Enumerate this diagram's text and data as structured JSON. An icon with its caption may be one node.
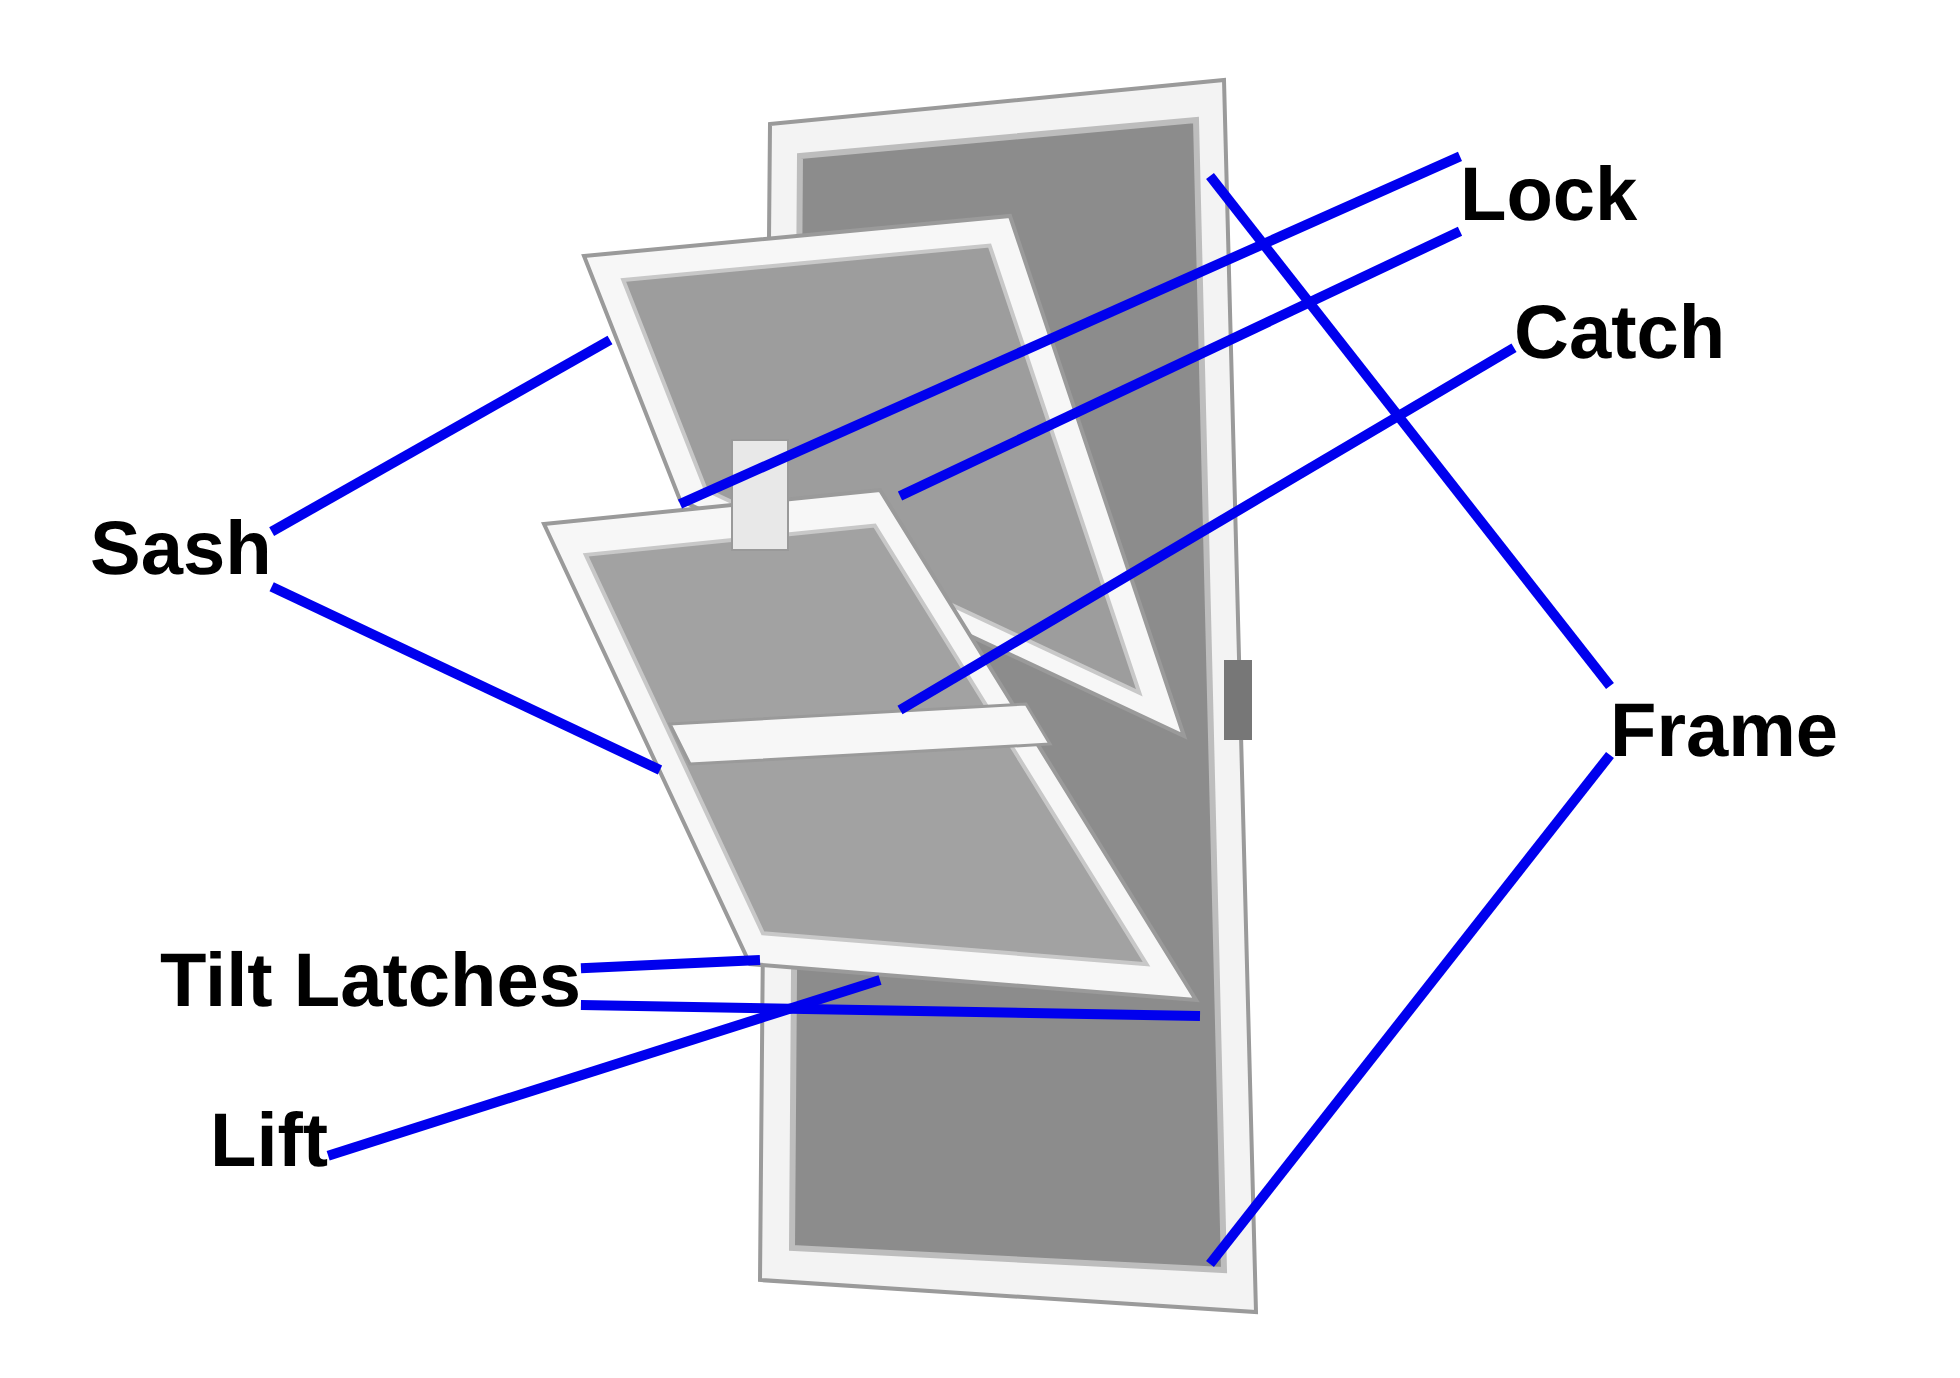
{
  "diagram": {
    "nodes": [
      {
        "text": [
          "Sash"
        ]
      },
      {
        "text": [
          "Lock"
        ]
      },
      {
        "text": [
          "Catch"
        ]
      },
      {
        "text": [
          "Frame"
        ]
      },
      {
        "text": [
          "Tilt Latches"
        ]
      },
      {
        "text": [
          "Lift"
        ]
      }
    ],
    "edges": [
      {
        "from": 0,
        "to": null,
        "arrow": "none"
      },
      {
        "from": 0,
        "to": null,
        "arrow": "none"
      },
      {
        "from": 1,
        "to": null,
        "arrow": "none"
      },
      {
        "from": 1,
        "to": null,
        "arrow": "none"
      },
      {
        "from": 2,
        "to": null,
        "arrow": "none"
      },
      {
        "from": 3,
        "to": null,
        "arrow": "none"
      },
      {
        "from": 3,
        "to": null,
        "arrow": "none"
      },
      {
        "from": 4,
        "to": null,
        "arrow": "none"
      },
      {
        "from": 4,
        "to": null,
        "arrow": "none"
      },
      {
        "from": 5,
        "to": null,
        "arrow": "none"
      }
    ]
  }
}
